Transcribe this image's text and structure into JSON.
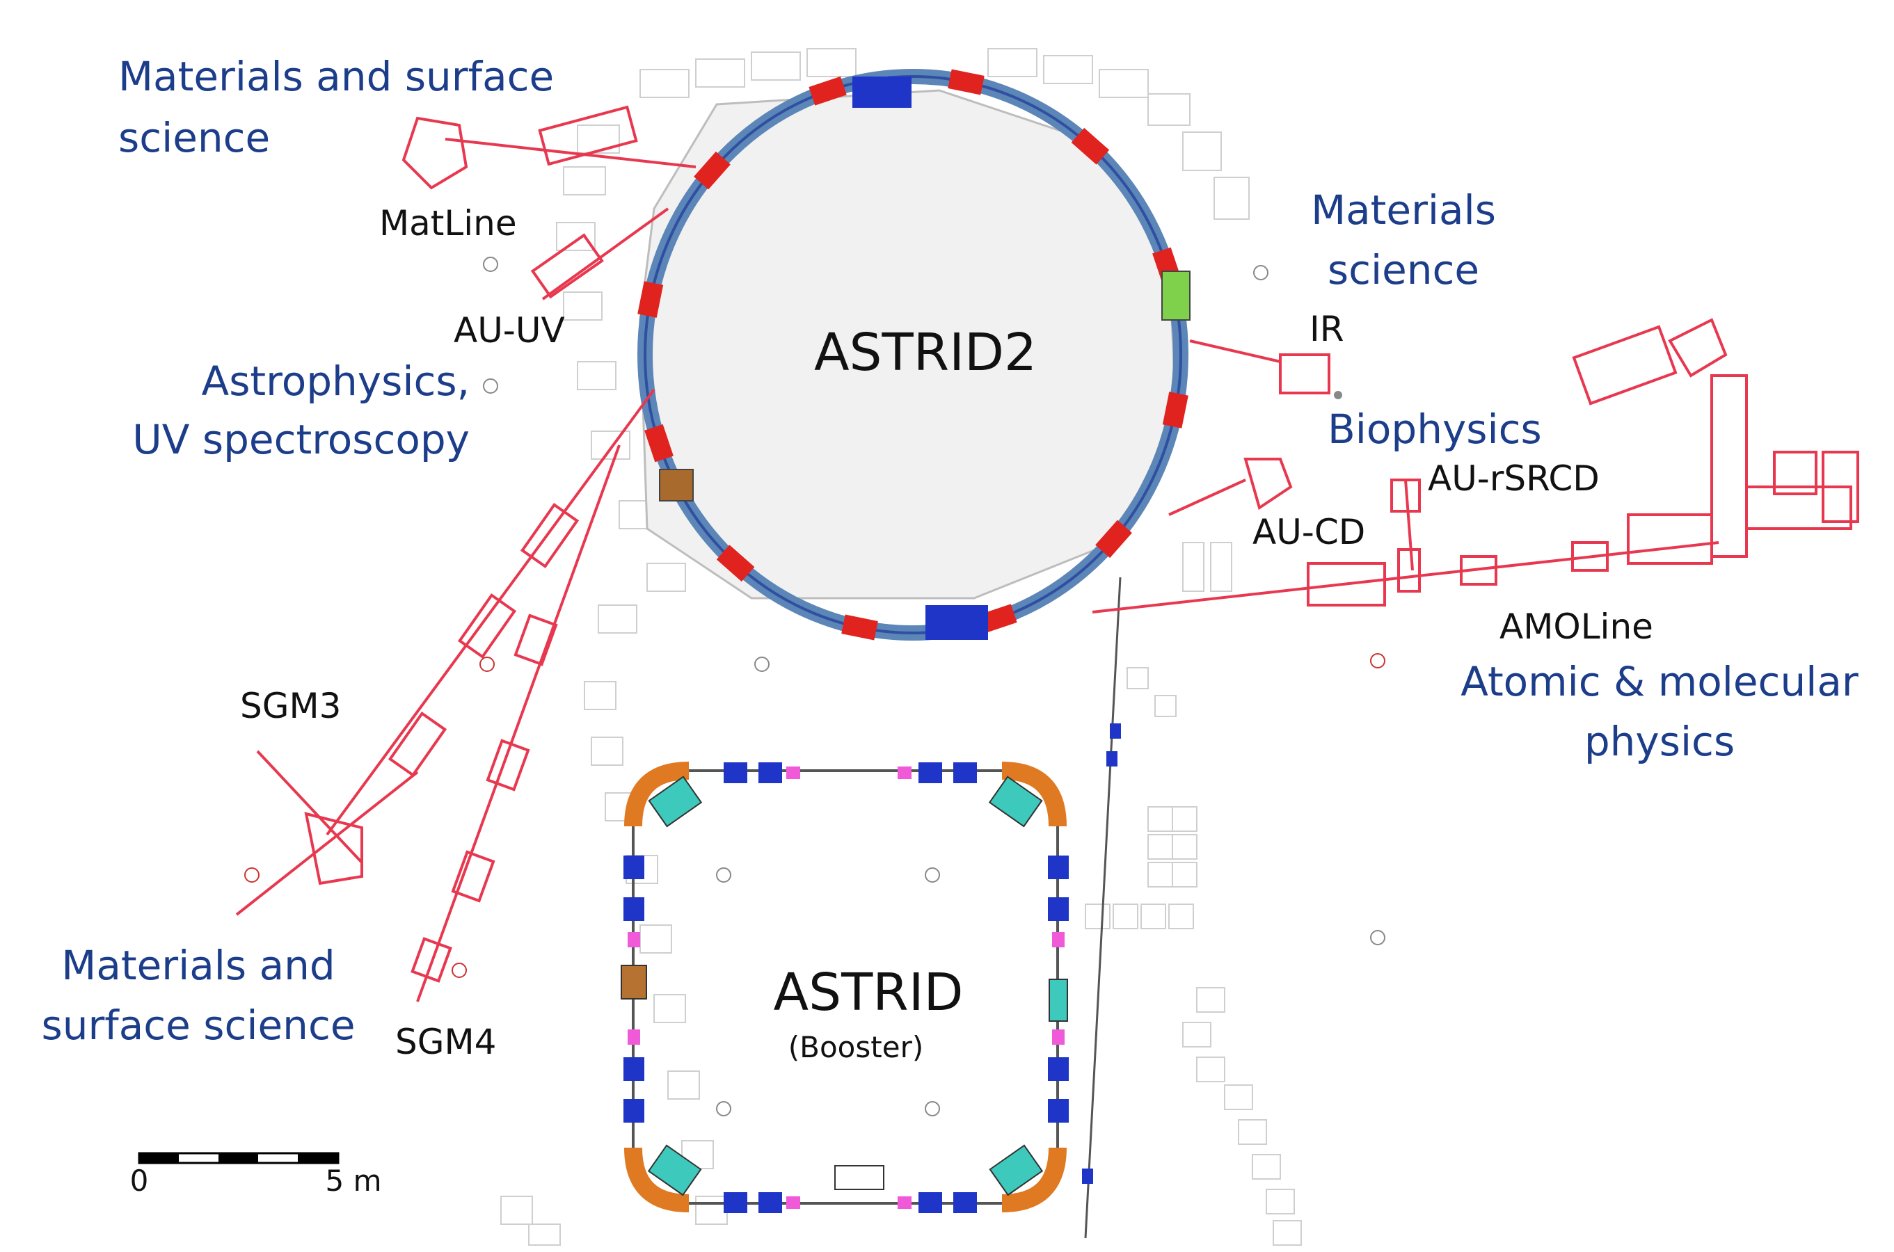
{
  "labels": {
    "ring_main": "ASTRID2",
    "ring_booster": "ASTRID",
    "ring_booster_sub": "(Booster)",
    "beamlines": {
      "matline": "MatLine",
      "au_uv": "AU-UV",
      "sgm3": "SGM3",
      "sgm4": "SGM4",
      "ir": "IR",
      "au_rsrcd": "AU-rSRCD",
      "au_cd": "AU-CD",
      "amoline": "AMOLine"
    },
    "areas": {
      "mat_surface_top_1": "Materials and surface",
      "mat_surface_top_2": "science",
      "mat_science_1": "Materials",
      "mat_science_2": "science",
      "astro_1": "Astrophysics,",
      "astro_2": "UV spectroscopy",
      "biophysics": "Biophysics",
      "atomic_1": "Atomic & molecular",
      "atomic_2": "physics",
      "mat_surface_bottom_1": "Materials and",
      "mat_surface_bottom_2": "surface science"
    },
    "scale": {
      "start": "0",
      "end": "5 m"
    }
  },
  "colors": {
    "area_text": "#1c3d8a",
    "beamline_red": "#e8384f",
    "ring_floor": "#f1f1f1",
    "ring_magnet": "#e0231e",
    "ring_blue": "#1f35c8",
    "booster_orange": "#e07a22",
    "booster_teal": "#3ec9bd",
    "booster_magenta": "#f05ad8"
  }
}
